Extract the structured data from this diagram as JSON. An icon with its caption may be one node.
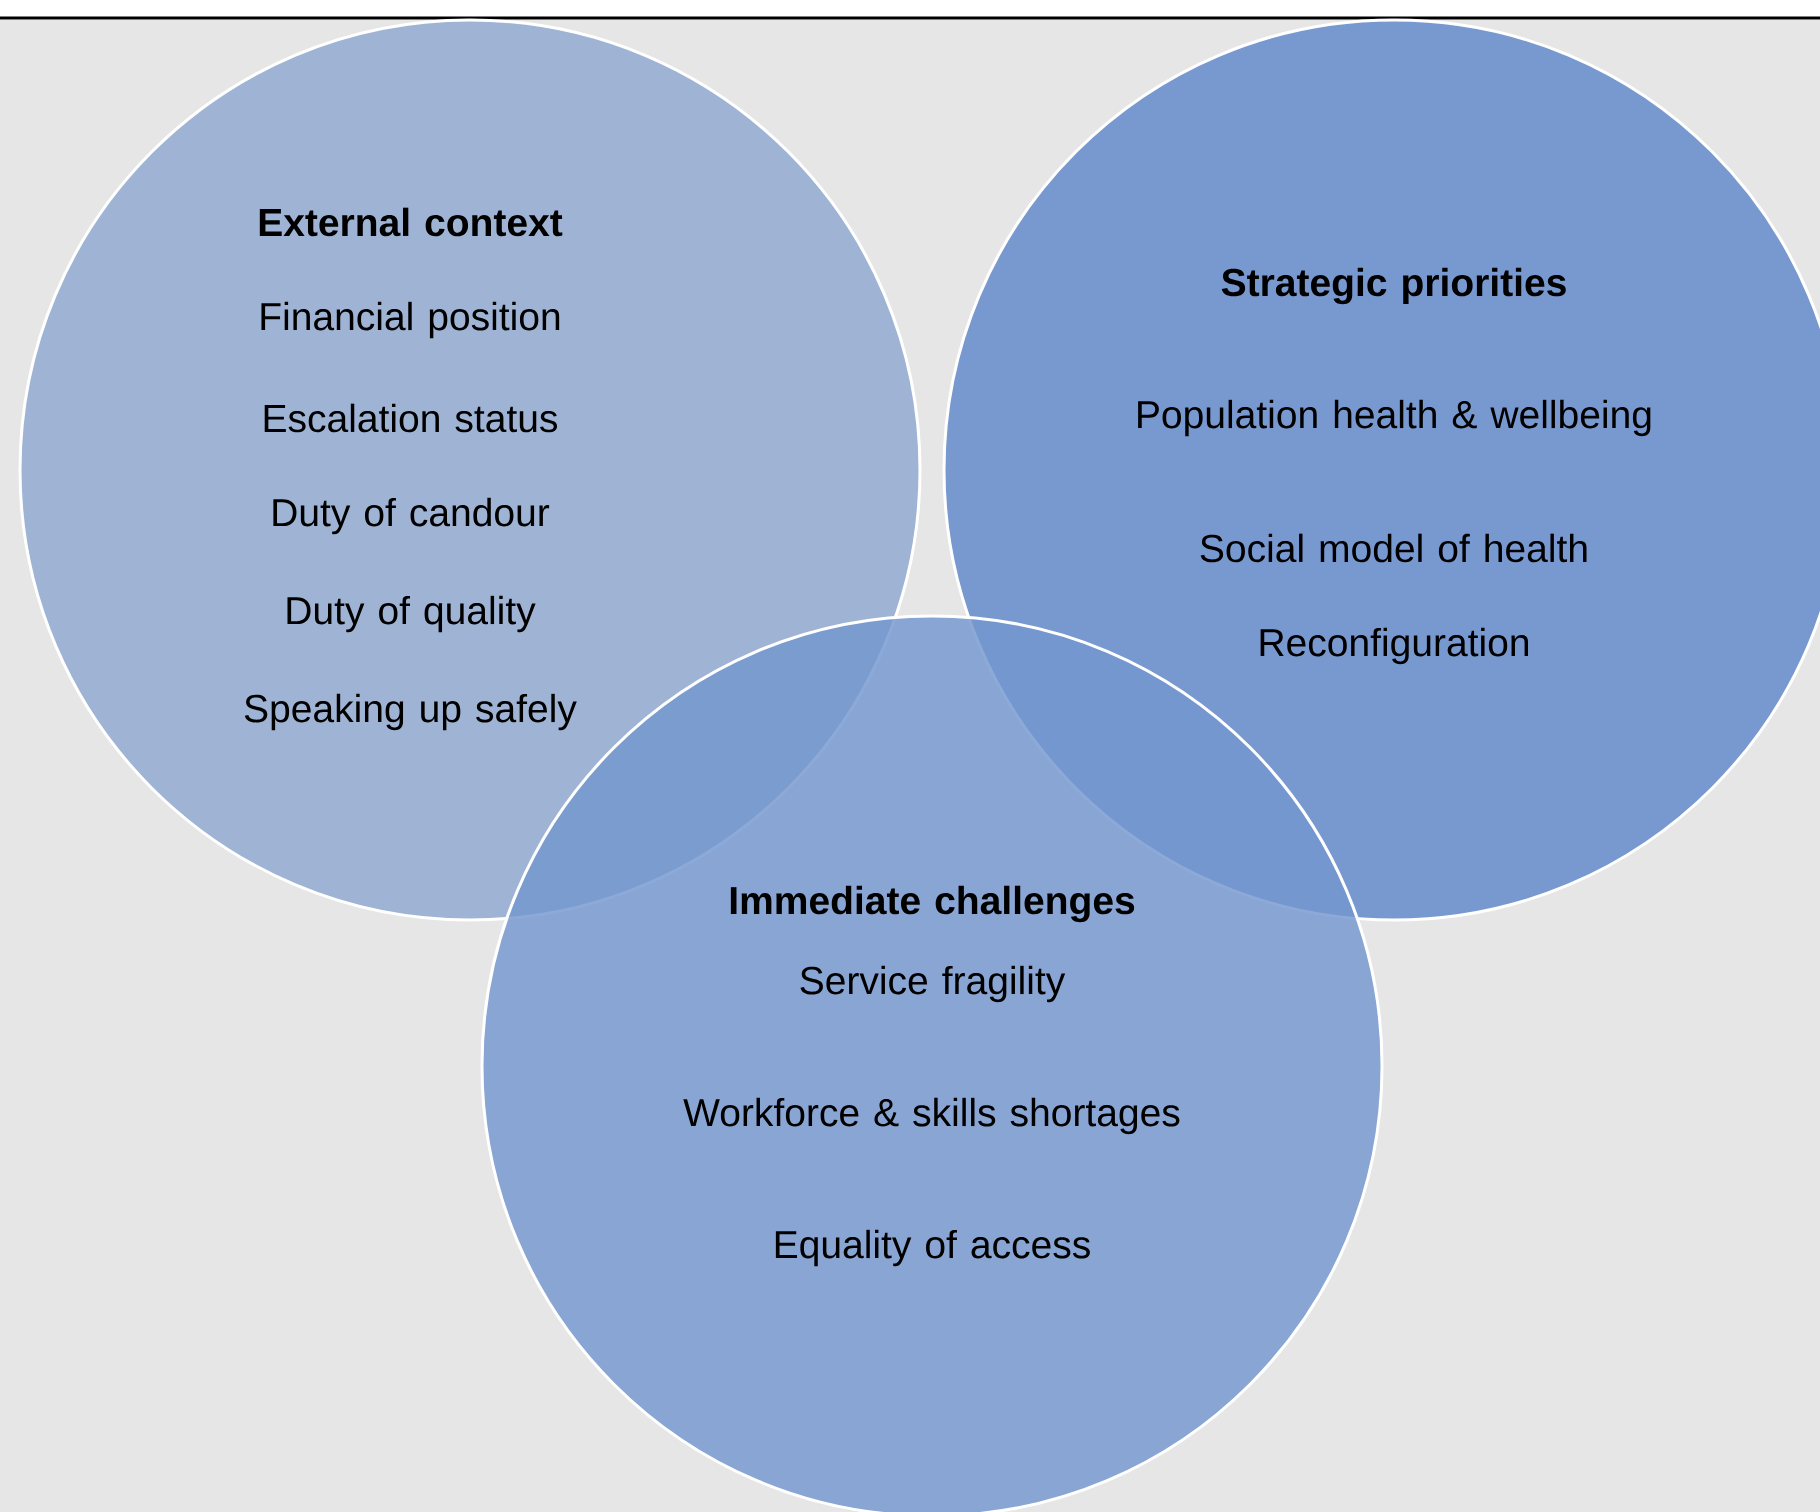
{
  "diagram": {
    "nodes": [
      {
        "text": [
          "External context",
          "Financial position",
          "Escalation status",
          "Duty of candour",
          "Duty of quality",
          "Speaking up safely"
        ]
      },
      {
        "text": [
          "Strategic priorities",
          "Population health & wellbeing",
          "Social model of health",
          "Reconfiguration"
        ]
      },
      {
        "text": [
          "Immediate challenges",
          "Service fragility",
          "Workforce & skills shortages",
          "Equality of access"
        ]
      }
    ]
  }
}
